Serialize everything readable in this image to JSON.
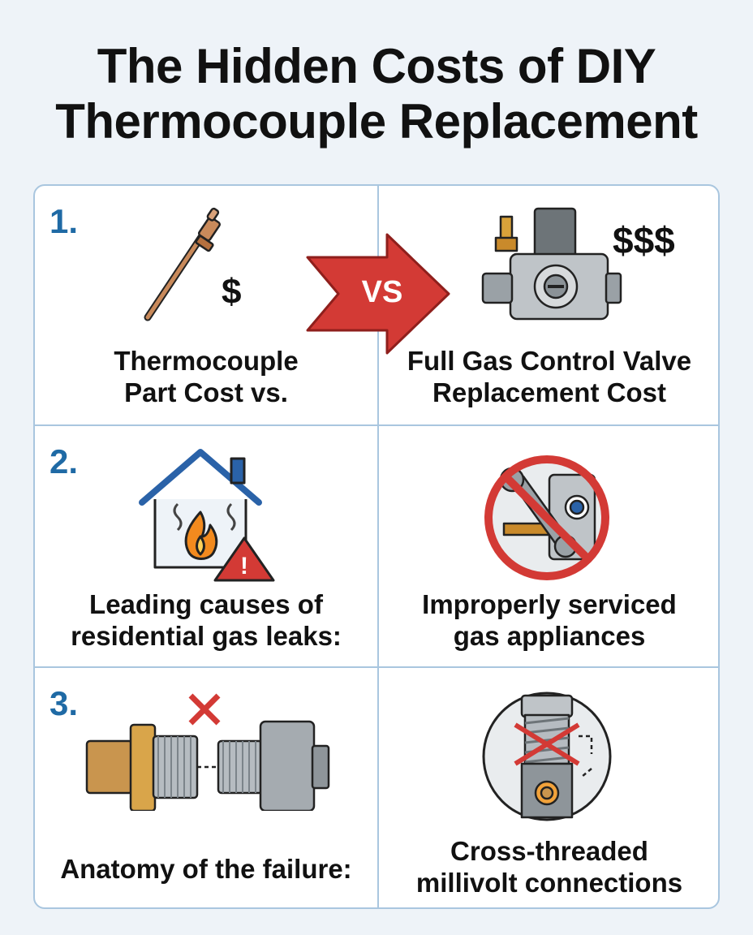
{
  "title": {
    "line1": "The Hidden Costs of DIY",
    "line2": "Thermocouple Replacement"
  },
  "colors": {
    "accent_blue": "#1f6aa5",
    "border": "#a9c6df",
    "danger_red": "#d33a35",
    "background": "#eef3f8"
  },
  "rows": [
    {
      "number": "1.",
      "left": {
        "icon": "thermocouple-probe-icon",
        "price": "$",
        "caption_line1": "Thermocouple",
        "caption_line2": "Part Cost vs."
      },
      "vs_label": "VS",
      "right": {
        "icon": "gas-control-valve-icon",
        "price": "$$$",
        "caption_line1": "Full Gas Control Valve",
        "caption_line2": "Replacement Cost"
      }
    },
    {
      "number": "2.",
      "left": {
        "icon": "house-fire-warning-icon",
        "caption_line1": "Leading causes of",
        "caption_line2": "residential gas leaks:"
      },
      "right": {
        "icon": "no-diy-service-icon",
        "caption_line1": "Improperly serviced",
        "caption_line2": "gas appliances"
      }
    },
    {
      "number": "3.",
      "left": {
        "icon": "mismatched-fittings-icon",
        "caption_line1": "Anatomy of the failure:"
      },
      "right": {
        "icon": "cross-threaded-connection-icon",
        "caption_line1": "Cross-threaded",
        "caption_line2": "millivolt connections"
      }
    }
  ]
}
